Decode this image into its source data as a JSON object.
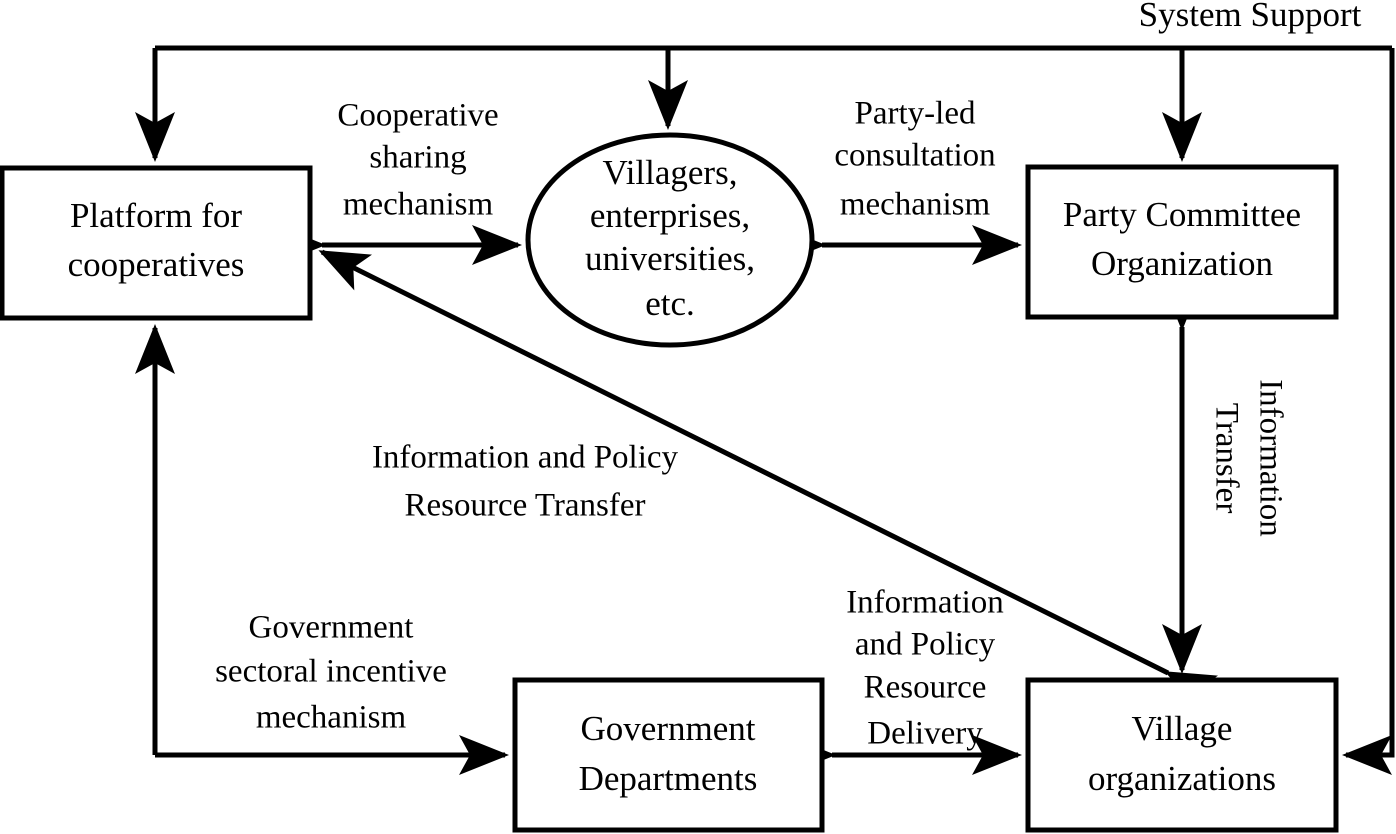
{
  "diagram": {
    "title": "System Support",
    "colors": {
      "stroke": "#000000",
      "fill": "#ffffff",
      "text": "#000000"
    },
    "nodes": [
      {
        "id": "platform",
        "shape": "rect",
        "lines": [
          "Platform for",
          "cooperatives"
        ]
      },
      {
        "id": "stakeholders",
        "shape": "ellipse",
        "lines": [
          "Villagers,",
          "enterprises,",
          "universities,",
          "etc."
        ]
      },
      {
        "id": "party",
        "shape": "rect",
        "lines": [
          "Party Committee",
          "Organization"
        ]
      },
      {
        "id": "government",
        "shape": "rect",
        "lines": [
          "Government",
          "Departments"
        ]
      },
      {
        "id": "village",
        "shape": "rect",
        "lines": [
          "Village",
          "organizations"
        ]
      }
    ],
    "edge_labels": [
      {
        "id": "cooperative-sharing",
        "lines": [
          "Cooperative",
          "sharing",
          "mechanism"
        ]
      },
      {
        "id": "party-led-consultation",
        "lines": [
          "Party-led",
          "consultation",
          "mechanism"
        ]
      },
      {
        "id": "info-policy-resource-transfer",
        "lines": [
          "Information and Policy",
          "Resource Transfer"
        ]
      },
      {
        "id": "information-transfer",
        "lines": [
          "Information",
          "Transfer"
        ]
      },
      {
        "id": "government-sectoral-incentive",
        "lines": [
          "Government",
          "sectoral incentive",
          "mechanism"
        ]
      },
      {
        "id": "info-policy-resource-delivery",
        "lines": [
          "Information",
          "and Policy",
          "Resource",
          "Delivery"
        ]
      }
    ]
  }
}
